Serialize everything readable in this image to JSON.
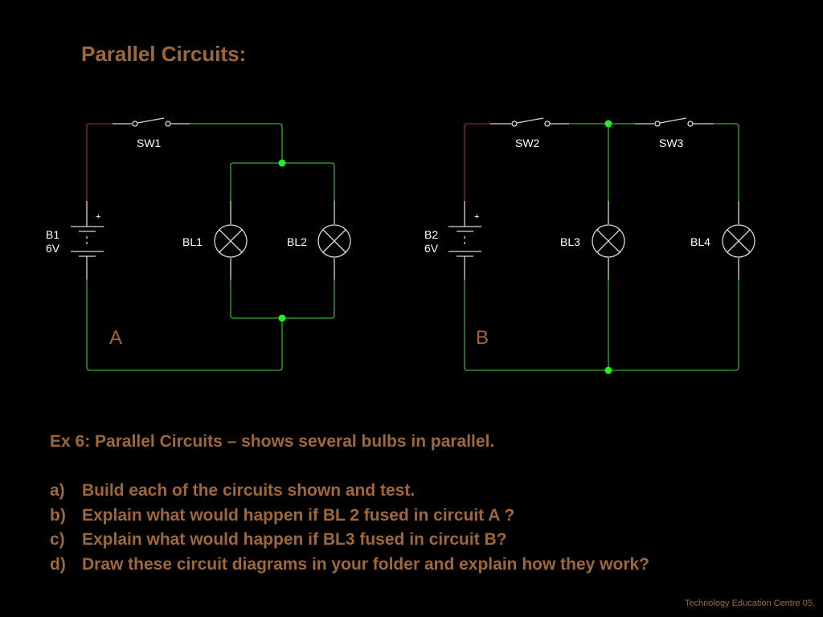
{
  "title": "Parallel Circuits:",
  "circuit_a": {
    "label": "A",
    "switch": "SW1",
    "battery_name": "B1",
    "battery_voltage": "6V",
    "battery_polarity": "+",
    "bulbs": [
      "BL1",
      "BL2"
    ]
  },
  "circuit_b": {
    "label": "B",
    "switches": [
      "SW2",
      "SW3"
    ],
    "battery_name": "B2",
    "battery_voltage": "6V",
    "battery_polarity": "+",
    "bulbs": [
      "BL3",
      "BL4"
    ]
  },
  "exercise": {
    "intro": "Ex 6: Parallel Circuits – shows several bulbs in parallel.",
    "questions": [
      {
        "letter": "a)",
        "text": "Build each of the circuits shown and test."
      },
      {
        "letter": "b)",
        "text": "Explain what would happen if BL 2 fused in circuit A ?"
      },
      {
        "letter": "c)",
        "text": "Explain what would happen if BL3 fused in circuit B?"
      },
      {
        "letter": "d)",
        "text": "Draw these circuit diagrams in your folder and explain how they work?"
      }
    ]
  },
  "footer": "Technology Education Centre 05.",
  "colors": {
    "background": "#000000",
    "text_accent": "#a0683a",
    "wire": "#3aa83a",
    "wire_positive": "#8a2a2a",
    "junction": "#22ee22"
  }
}
